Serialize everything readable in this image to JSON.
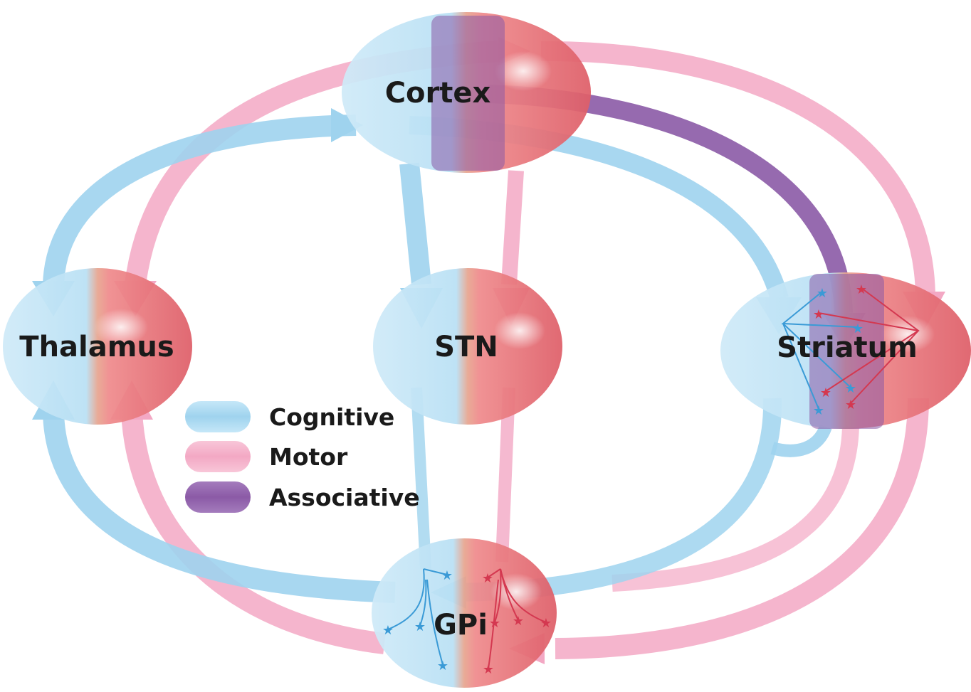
{
  "nodes": {
    "cortex": "Cortex",
    "thalamus": "Thalamus",
    "stn": "STN",
    "striatum": "Striatum",
    "gpi": "GPi"
  },
  "legend": {
    "cognitive": "Cognitive",
    "motor": "Motor",
    "associative": "Associative"
  },
  "colors": {
    "cognitive": "#9fd3ee",
    "motor": "#f3a8c4",
    "associative": "#8b5aa6",
    "node_cognitive": "#bfe3f6",
    "node_motor": "#e26f74"
  }
}
